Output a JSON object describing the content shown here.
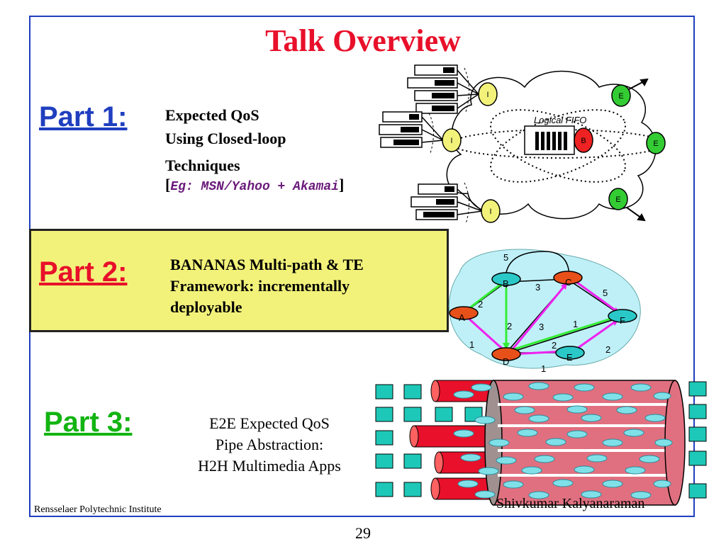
{
  "slide": {
    "title": "Talk Overview",
    "part1": {
      "label": "Part 1:",
      "line1": "Expected QoS",
      "line2": "Using Closed-loop",
      "line3": "Techniques",
      "example_open": "[",
      "example": "Eg: MSN/Yahoo + Akamai",
      "example_close": "]"
    },
    "part2": {
      "label": "Part 2:",
      "line1": "BANANAS Multi-path & TE",
      "line2": "Framework: incrementally",
      "line3": "deployable"
    },
    "part3": {
      "label": "Part 3:",
      "line1": "E2E Expected QoS",
      "line2": "Pipe Abstraction:",
      "line3": "H2H Multimedia Apps"
    },
    "footer_left": "Rensselaer Polytechnic Institute",
    "footer_right": "Shivkumar Kalyanaraman",
    "page_number": "29"
  },
  "diagram1": {
    "logical_fifo_label": "Logical FIFO",
    "ingress_label": "I",
    "egress_label": "E",
    "bottleneck_label": "B"
  },
  "diagram2": {
    "nodes": [
      "A",
      "B",
      "C",
      "D",
      "E",
      "F"
    ],
    "edge_weights": [
      "5",
      "3",
      "5",
      "2",
      "2",
      "3",
      "1",
      "1",
      "2",
      "2",
      "1"
    ]
  },
  "colors": {
    "title": "#e8102a",
    "part1": "#1f3fbf",
    "part2": "#e8102a",
    "part3": "#12b412",
    "frame": "#1f3fbf",
    "part2_box": "#f2f27a",
    "router_orange": "#e8501a",
    "router_cyan": "#2bc8c8",
    "path_green": "#33ee33",
    "path_magenta": "#ee22ee"
  }
}
